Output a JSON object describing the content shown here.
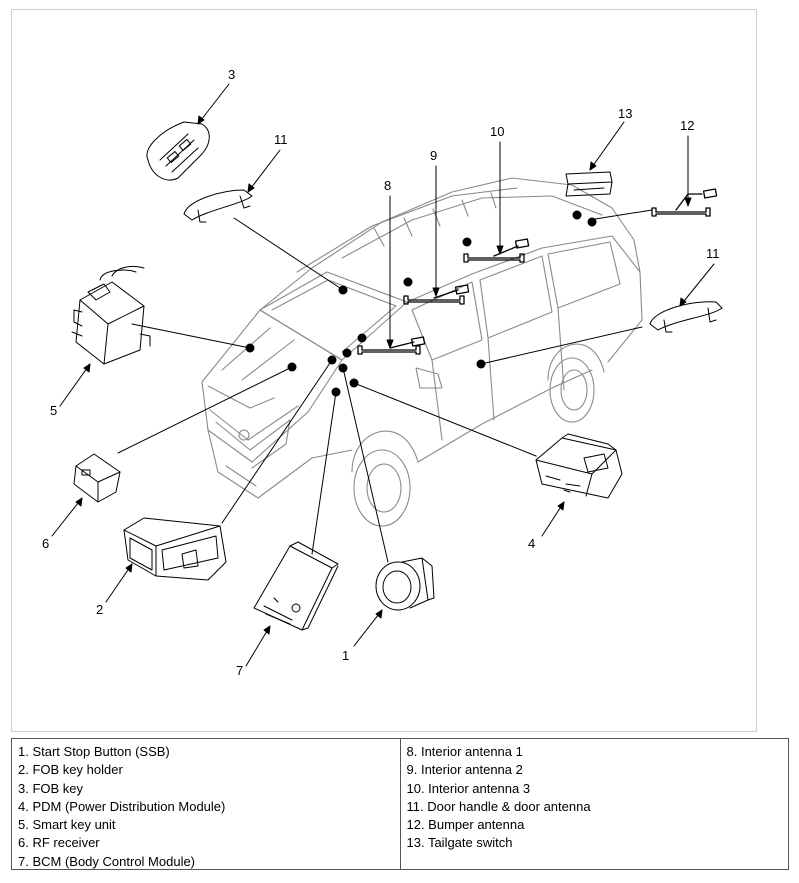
{
  "callouts": {
    "c1": "1",
    "c2": "2",
    "c3": "3",
    "c4": "4",
    "c5": "5",
    "c6": "6",
    "c7": "7",
    "c8": "8",
    "c9": "9",
    "c10": "10",
    "c11a": "11",
    "c11b": "11",
    "c12": "12",
    "c13": "13"
  },
  "legend": {
    "left": [
      "1. Start Stop Button (SSB)",
      "2. FOB key holder",
      "3. FOB key",
      "4. PDM (Power Distribution Module)",
      "5. Smart key unit",
      "6. RF receiver",
      "7. BCM (Body Control Module)"
    ],
    "right": [
      "8. Interior antenna 1",
      " 9. Interior antenna 2",
      "10. Interior antenna 3",
      "11. Door handle & door antenna",
      "12. Bumper antenna",
      "13. Tailgate switch"
    ]
  }
}
